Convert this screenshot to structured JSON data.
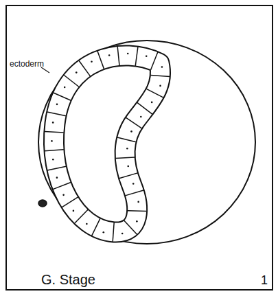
{
  "diagram": {
    "caption": "G. Stage",
    "labels": [
      "ectoderm",
      "1"
    ]
  }
}
